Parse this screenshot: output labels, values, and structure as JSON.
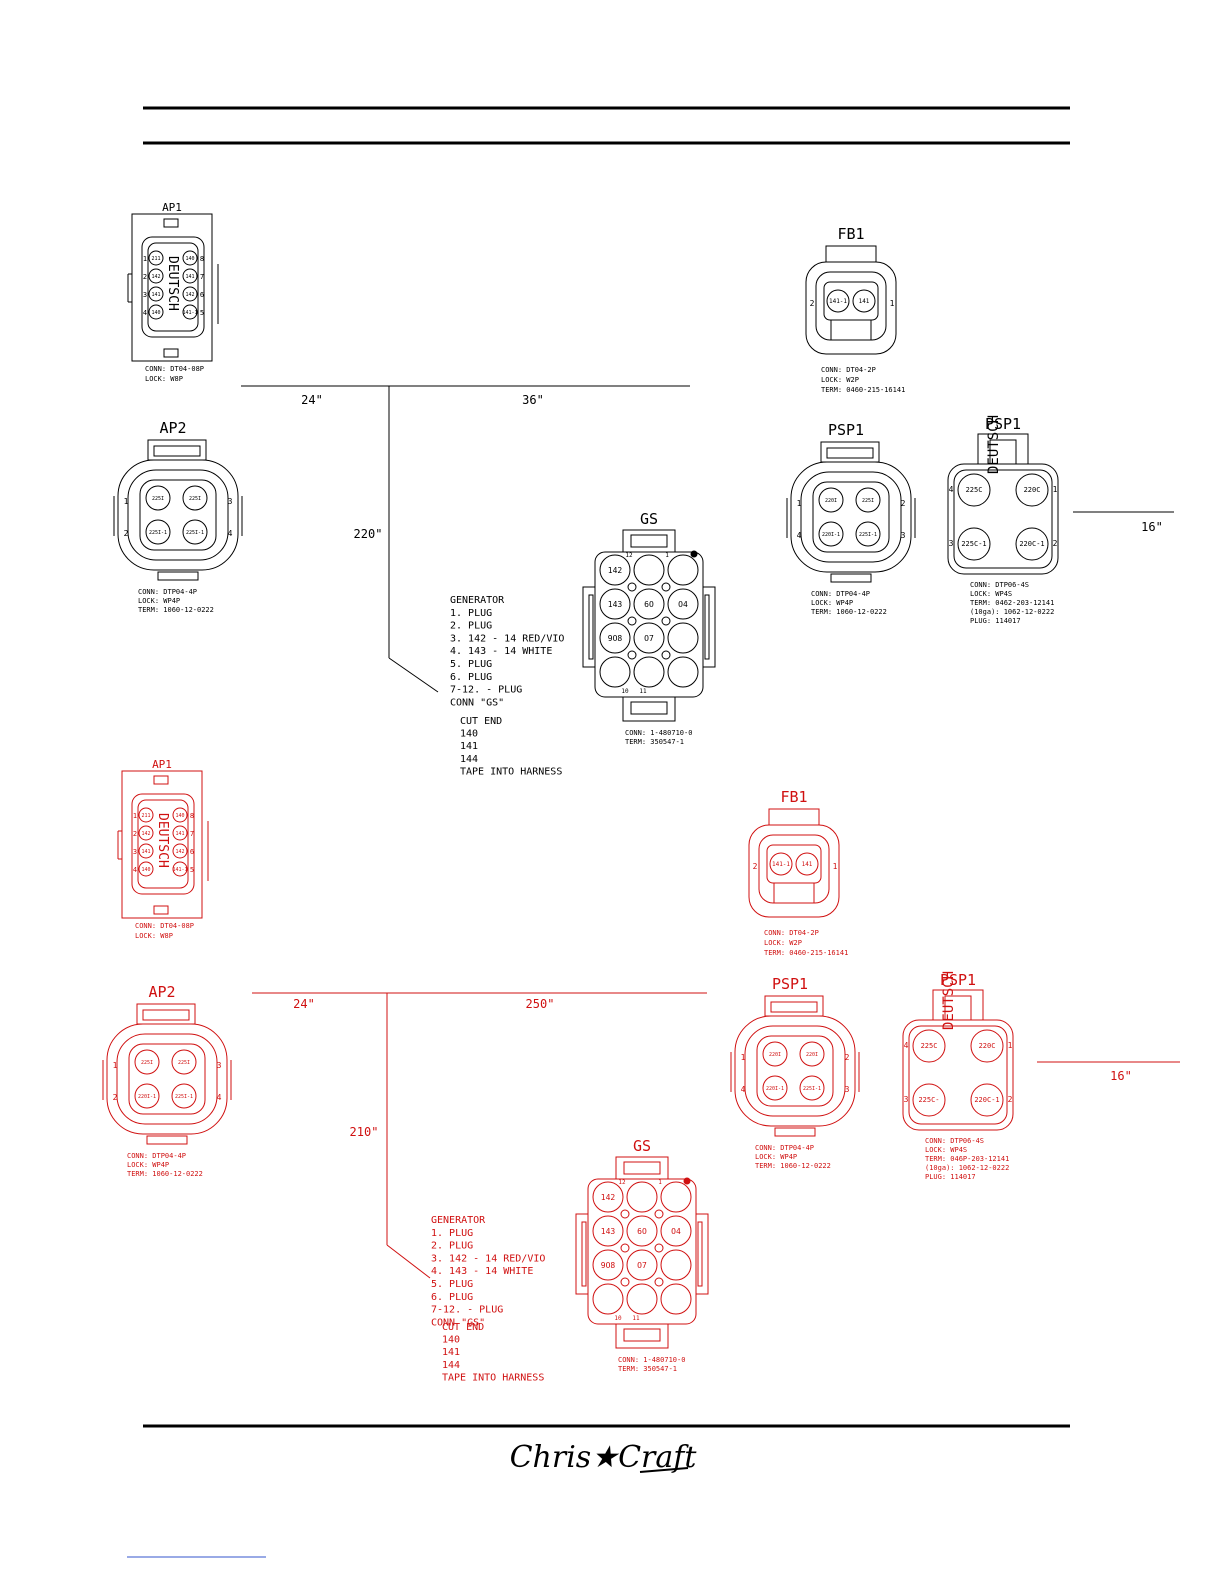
{
  "colors": {
    "black": "#000000",
    "red": "#d01010",
    "link": "#3355cc"
  },
  "footer": {
    "logo": "Chris★Craft"
  },
  "diagrams": [
    {
      "id": "black",
      "color": "#000000",
      "ap1": {
        "title": "AP1",
        "brand": "DEUTSCH",
        "conn": "CONN: DT04-08P",
        "lock": "LOCK: W8P",
        "pins_left": [
          "211",
          "142",
          "141",
          "140"
        ],
        "pins_right": [
          "140",
          "141",
          "142",
          "141-1"
        ],
        "side_left": [
          "1",
          "2",
          "3",
          "4"
        ],
        "side_right": [
          "8",
          "7",
          "6",
          "5"
        ]
      },
      "ap2": {
        "title": "AP2",
        "pins": [
          "225I",
          "225I",
          "225I-1",
          "225I-1"
        ],
        "conn": "CONN: DTP04-4P",
        "lock": "LOCK: WP4P",
        "term": "TERM: 1060-12-0222",
        "side": [
          "1",
          "2",
          "3",
          "4"
        ]
      },
      "fb1": {
        "title": "FB1",
        "pins": [
          "141-1",
          "141"
        ],
        "conn": "CONN: DT04-2P",
        "lock": "LOCK: W2P",
        "term": "TERM: 0460-215-16141",
        "side": [
          "2",
          "1"
        ]
      },
      "psp1a": {
        "title": "PSP1",
        "pins": [
          "220I",
          "225I",
          "220I-1",
          "225I-1"
        ],
        "conn": "CONN: DTP04-4P",
        "lock": "LOCK: WP4P",
        "term": "TERM: 1060-12-0222",
        "side": [
          "1",
          "4",
          "2",
          "3"
        ]
      },
      "psp1b": {
        "title": "PSP1",
        "brand": "DEUTSCH",
        "pins": [
          "225C",
          "220C",
          "225C-1",
          "220C-1"
        ],
        "conn": "CONN: DTP06-4S",
        "lock": "LOCK: WP4S",
        "term": "TERM: 0462-203-12141",
        "term2": "(10ga): 1062-12-0222",
        "plug": "PLUG: 114017",
        "side": [
          "4",
          "1",
          "3",
          "2"
        ]
      },
      "gs": {
        "title": "GS",
        "pins": [
          "142",
          "",
          "",
          "143",
          "6O",
          "O4",
          "9O8",
          "O7",
          "",
          "",
          "",
          ""
        ],
        "corner": [
          "12",
          "1",
          "10",
          "11"
        ],
        "conn": "CONN: 1-480710-0",
        "term": "TERM: 350547-1"
      },
      "dims": {
        "a": "24\"",
        "b": "36\"",
        "drop": "220\"",
        "side": "16\""
      },
      "notes": [
        "GENERATOR",
        "1. PLUG",
        "2. PLUG",
        "3. 142 - 14 RED/VIO",
        "4. 143 - 14 WHITE",
        "5. PLUG",
        "6. PLUG",
        "7-12. - PLUG",
        "CONN \"GS\""
      ],
      "cut": [
        "CUT END",
        "140",
        "141",
        "144",
        "TAPE INTO HARNESS"
      ]
    },
    {
      "id": "red",
      "color": "#d01010",
      "ap1": {
        "title": "AP1",
        "brand": "DEUTSCH",
        "conn": "CONN: DT04-08P",
        "lock": "LOCK: W8P",
        "pins_left": [
          "211",
          "142",
          "141",
          "140"
        ],
        "pins_right": [
          "140",
          "141",
          "142",
          "141-1"
        ],
        "side_left": [
          "1",
          "2",
          "3",
          "4"
        ],
        "side_right": [
          "8",
          "7",
          "6",
          "5"
        ]
      },
      "ap2": {
        "title": "AP2",
        "pins": [
          "225I",
          "225I",
          "220I-1",
          "225I-1"
        ],
        "conn": "CONN: DTP04-4P",
        "lock": "LOCK: WP4P",
        "term": "TERM: 1060-12-0222",
        "side": [
          "1",
          "2",
          "3",
          "4"
        ]
      },
      "fb1": {
        "title": "FB1",
        "pins": [
          "141-1",
          "141"
        ],
        "conn": "CONN: DT04-2P",
        "lock": "LOCK: W2P",
        "term": "TERM: 0460-215-16141",
        "side": [
          "2",
          "1"
        ]
      },
      "psp1a": {
        "title": "PSP1",
        "pins": [
          "220I",
          "220I",
          "220I-1",
          "225I-1"
        ],
        "conn": "CONN: DTP04-4P",
        "lock": "LOCK: WP4P",
        "term": "TERM: 1060-12-0222",
        "side": [
          "1",
          "4",
          "2",
          "3"
        ]
      },
      "psp1b": {
        "title": "PSP1",
        "brand": "DEUTSCH",
        "pins": [
          "225C",
          "220C",
          "225C-",
          "220C-1"
        ],
        "conn": "CONN: DTP06-4S",
        "lock": "LOCK: WP4S",
        "term": "TERM: 046P-203-12141",
        "term2": "(10ga): 1062-12-0222",
        "plug": "PLUG: 114017",
        "side": [
          "4",
          "1",
          "3",
          "2"
        ]
      },
      "gs": {
        "title": "GS",
        "pins": [
          "142",
          "",
          "",
          "143",
          "6O",
          "O4",
          "9O8",
          "O7",
          "",
          "",
          "",
          ""
        ],
        "corner": [
          "12",
          "1",
          "10",
          "11"
        ],
        "conn": "CONN: 1-480710-0",
        "term": "TERM: 350547-1"
      },
      "dims": {
        "a": "24\"",
        "b": "250\"",
        "drop": "210\"",
        "side": "16\""
      },
      "notes": [
        "GENERATOR",
        "1. PLUG",
        "2. PLUG",
        "3. 142 - 14 RED/VIO",
        "4. 143 - 14 WHITE",
        "5. PLUG",
        "6. PLUG",
        "7-12. - PLUG",
        "CONN \"GS\""
      ],
      "cut": [
        "CUT END",
        "140",
        "141",
        "144",
        "TAPE INTO HARNESS"
      ]
    }
  ]
}
